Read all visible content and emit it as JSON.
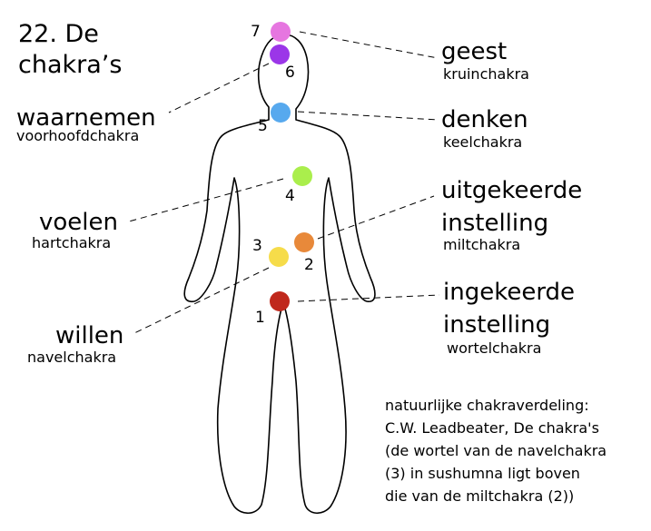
{
  "title": {
    "line1": "22. De",
    "line2": "chakra’s"
  },
  "colors": {
    "stroke": "#000000",
    "background": "#ffffff"
  },
  "chakras": [
    {
      "number": "1",
      "name": "wortelchakra",
      "function": "ingekeerde instelling",
      "function_line1": "ingekeerde",
      "function_line2": "instelling",
      "color": "#c0281c"
    },
    {
      "number": "2",
      "name": "miltchakra",
      "function": "uitgekeerde instelling",
      "function_line1": "uitgekeerde",
      "function_line2": "instelling",
      "color": "#e8893a"
    },
    {
      "number": "3",
      "name": "navelchakra",
      "function": "willen",
      "color": "#f6dc4a"
    },
    {
      "number": "4",
      "name": "hartchakra",
      "function": "voelen",
      "color": "#aaee4c"
    },
    {
      "number": "5",
      "name": "keelchakra",
      "function": "denken",
      "color": "#57a9ee"
    },
    {
      "number": "6",
      "name": "voorhoofdchakra",
      "function": "waarnemen",
      "color": "#9b36e8"
    },
    {
      "number": "7",
      "name": "kruinchakra",
      "function": "geest",
      "color": "#e676e0"
    }
  ],
  "note": {
    "lines": [
      "natuurlijke chakraverdeling:",
      "C.W. Leadbeater, De chakra's",
      "(de wortel van de navelchakra",
      "(3) in sushumna ligt boven",
      "die van de miltchakra (2))"
    ]
  }
}
